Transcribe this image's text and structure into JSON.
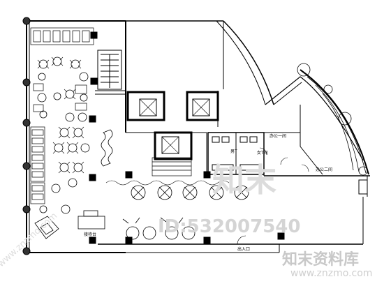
{
  "room_labels": {
    "office_top": "办公一间",
    "office_bottom": "办公二间",
    "restroom_m": "男T",
    "restroom_f": "女T间",
    "reception": "接待台",
    "entrance": "出入口"
  },
  "watermark": {
    "id_text": "ID:532007540",
    "brand_logo": "知末",
    "brand_cn": "知末资料库",
    "url": "www.znzmo.com",
    "diag_url": "www.znzmo.com"
  }
}
